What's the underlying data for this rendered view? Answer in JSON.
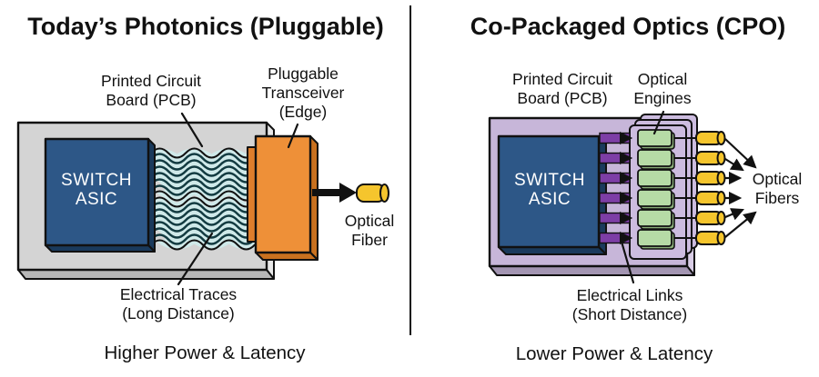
{
  "panels": {
    "left": {
      "title": "Today’s Photonics (Pluggable)",
      "pcb_label": "Printed Circuit\nBoard (PCB)",
      "transceiver_label": "Pluggable\nTransceiver\n(Edge)",
      "chip_label": "SWITCH\nASIC",
      "fiber_label": "Optical\nFiber",
      "traces_label": "Electrical Traces\n(Long Distance)",
      "caption": "Higher Power & Latency"
    },
    "right": {
      "title": "Co-Packaged Optics (CPO)",
      "pcb_label": "Printed Circuit\nBoard (PCB)",
      "engines_label": "Optical\nEngines",
      "chip_label": "SWITCH\nASIC",
      "fibers_label": "Optical\nFibers",
      "links_label": "Electrical Links\n(Short Distance)",
      "caption": "Lower Power & Latency"
    }
  },
  "icons": {
    "left_fiber_arrow": "thick-right-arrow-icon",
    "channel_arrows": "small-right-arrow-icon"
  },
  "colors": {
    "ink": "#111111",
    "pcb_gray": "#d4d4d4",
    "pcb_gray_shadow": "#b7b7b7",
    "pcb_gray_edge": "#e8e8e8",
    "asic_blue": "#2d5787",
    "asic_blue_dark": "#1a3a5c",
    "trace_band": "#cfe9e9",
    "trace_line": "#123a40",
    "transceiver_orange": "#ee9038",
    "transceiver_orange_dark": "#c9711f",
    "transceiver_orange_mid": "#de7e2c",
    "fiber_yellow": "#f5c52d",
    "pcb_purple": "#c7b6d9",
    "pcb_purple_shadow": "#a395b2",
    "pcb_purple_edge": "#d9cde6",
    "link_purple": "#7d3ea6",
    "package_purple": "#ccbcdf",
    "engine_green": "#b6dba6",
    "engine_green_dark": "#8aae79"
  }
}
